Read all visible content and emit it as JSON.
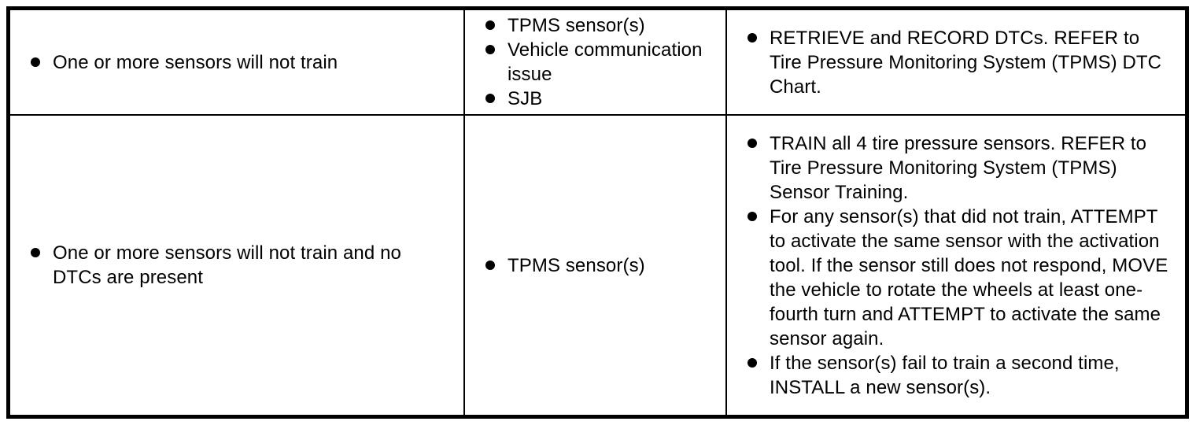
{
  "table": {
    "description_of_columns": [
      "condition",
      "possible_sources",
      "actions"
    ],
    "colors": {
      "border": "#000000",
      "text": "#000000",
      "background": "#ffffff"
    },
    "rows": [
      {
        "condition": "One or more sensors will not train",
        "possible_sources": [
          "TPMS sensor(s)",
          "Vehicle communication issue",
          "SJB"
        ],
        "actions": [
          "RETRIEVE and RECORD DTCs. REFER to Tire Pressure Monitoring System (TPMS) DTC Chart."
        ]
      },
      {
        "condition": "One or more sensors will not train and no DTCs are present",
        "possible_sources": [
          "TPMS sensor(s)"
        ],
        "actions": [
          "TRAIN all 4 tire pressure sensors. REFER to Tire Pressure Monitoring System (TPMS) Sensor Training.",
          "For any sensor(s) that did not train, ATTEMPT to activate the same sensor with the activation tool. If the sensor still does not respond, MOVE the vehicle to rotate the wheels at least one-fourth turn and ATTEMPT to activate the same sensor again.",
          "If the sensor(s) fail to train a second time, INSTALL a new sensor(s)."
        ]
      }
    ]
  }
}
